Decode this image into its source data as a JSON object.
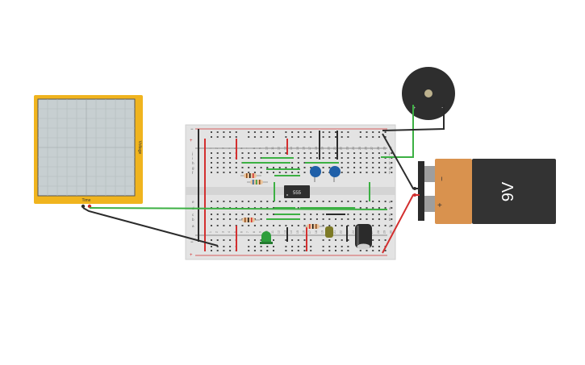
{
  "oscilloscope": {
    "x_label": "Time",
    "y_label": "Voltage"
  },
  "ic": {
    "label": "555"
  },
  "battery": {
    "label": "9V",
    "plus": "+",
    "minus": "−"
  },
  "buzzer": {
    "plus": "+",
    "minus": "−"
  },
  "breadboard": {
    "rows_top": [
      "j",
      "i",
      "h",
      "g",
      "f"
    ],
    "rows_bottom": [
      "e",
      "d",
      "c",
      "b",
      "a"
    ],
    "rail_plus": "+",
    "rail_minus": "−",
    "columns": [
      "1",
      "2",
      "3",
      "4",
      "5",
      "6",
      "7",
      "8",
      "9",
      "10",
      "11",
      "12",
      "13",
      "14",
      "15",
      "16",
      "17",
      "18",
      "19",
      "20",
      "21",
      "22",
      "23",
      "24",
      "25",
      "26",
      "27",
      "28",
      "29",
      "30"
    ]
  },
  "colors": {
    "scope_frame": "#f0b41e",
    "scope_screen": "#c7cfd1",
    "board": "#e4e4e4",
    "rail_red": "#d32f2f",
    "wire_green": "#3cb043",
    "wire_black": "#2b2b2b",
    "battery_orange": "#d9924e",
    "battery_dark": "#333333",
    "cap_blue": "#1f5fa8",
    "led_green": "#2e9e3c"
  }
}
